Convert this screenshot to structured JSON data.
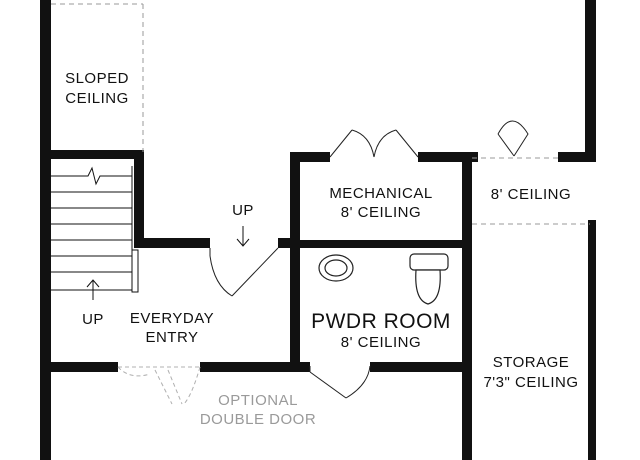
{
  "rooms": {
    "sloped_ceiling": {
      "line1": "SLOPED",
      "line2": "CEILING"
    },
    "mechanical": {
      "name": "MECHANICAL",
      "ceiling": "8' CEILING"
    },
    "closet_ceiling": {
      "ceiling": "8' CEILING"
    },
    "pwdr_room": {
      "name": "PWDR ROOM",
      "ceiling": "8' CEILING"
    },
    "storage": {
      "name": "STORAGE",
      "ceiling": "7'3\" CEILING"
    },
    "everyday_entry": {
      "line1": "EVERYDAY",
      "line2": "ENTRY"
    },
    "optional_door": {
      "line1": "OPTIONAL",
      "line2": "DOUBLE DOOR"
    }
  },
  "stairs": {
    "up_label_stair": "UP",
    "up_label_hall": "UP"
  },
  "colors": {
    "wall": "#111111",
    "optional": "#9a9a9a",
    "background": "#ffffff"
  }
}
